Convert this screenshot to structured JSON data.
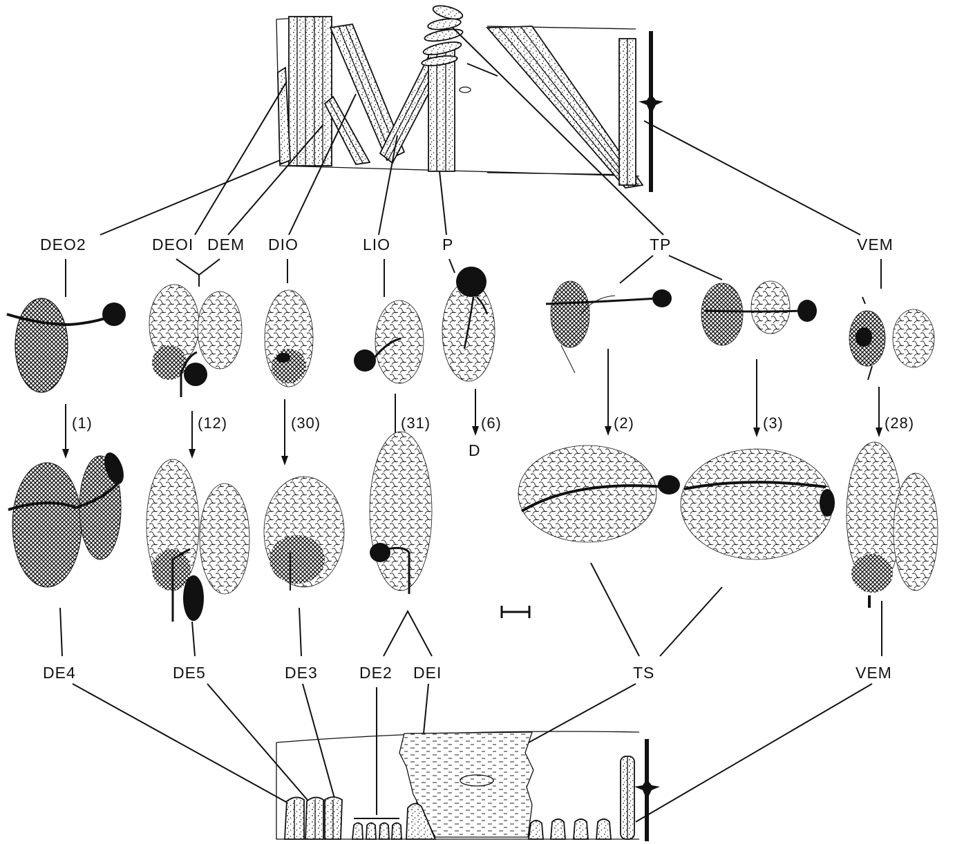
{
  "labels": {
    "top": {
      "deo2": "DEO2",
      "deo1": "DEOI",
      "dem": "DEM",
      "dio": "DIO",
      "lio": "LIO",
      "p": "P",
      "tp": "TP",
      "vem_top": "VEM"
    },
    "counts": {
      "c1": "(1)",
      "c12": "(12)",
      "c30": "(30)",
      "c31": "(31)",
      "c6": "(6)",
      "c2": "(2)",
      "c3": "(3)",
      "c28": "(28)"
    },
    "d_label": "D",
    "bottom": {
      "de4": "DE4",
      "de5": "DE5",
      "de3": "DE3",
      "de2": "DE2",
      "de1": "DEI",
      "ts": "TS",
      "vem_bottom": "VEM"
    }
  },
  "colors": {
    "ink": "#111111",
    "paper": "#ffffff"
  }
}
